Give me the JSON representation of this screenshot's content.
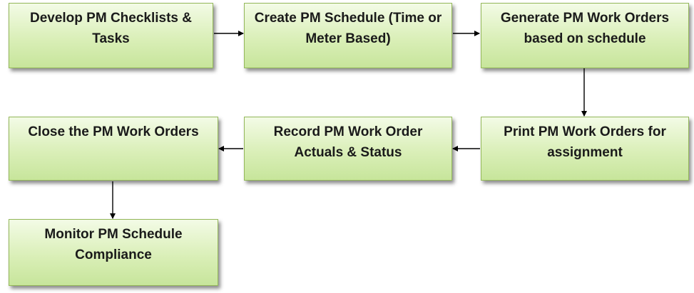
{
  "steps": [
    "Develop PM Checklists & Tasks",
    "Create PM Schedule (Time or Meter Based)",
    "Generate PM Work Orders based on schedule",
    "Print PM Work Orders for assignment",
    "Record PM Work Order Actuals & Status",
    "Close the PM Work Orders",
    "Monitor PM Schedule Compliance"
  ]
}
